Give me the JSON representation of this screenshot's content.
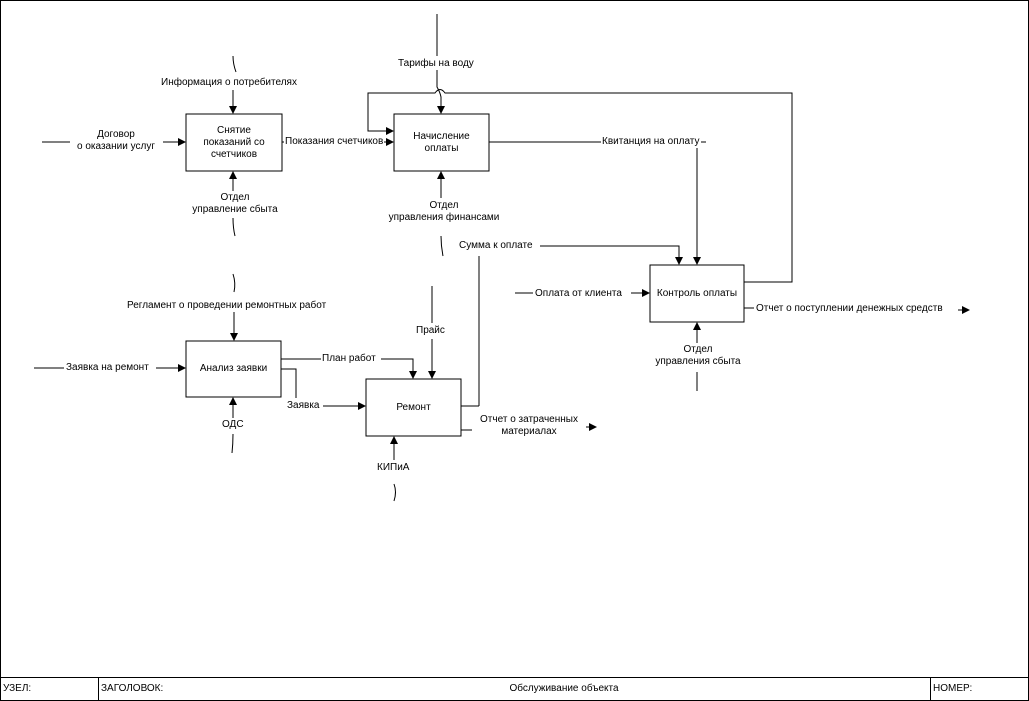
{
  "boxes": {
    "meter_readings": "Снятие\nпоказаний со\nсчетчиков",
    "billing": "Начисление\nоплаты",
    "payment_control": "Контроль оплаты",
    "request_analysis": "Анализ заявки",
    "repair": "Ремонт"
  },
  "arrows": {
    "consumer_info": "Информация о потребителях",
    "service_contract": "Договор\nо оказании услуг",
    "meter_values": "Показания счетчиков",
    "sales_dept_1": "Отдел\nуправление сбыта",
    "water_tariffs": "Тарифы на воду",
    "finance_dept": "Отдел\nуправления финансами",
    "payment_receipt": "Квитанция на оплату",
    "amount_due": "Сумма к оплате",
    "client_payment": "Оплата от клиента",
    "funds_report": "Отчет о поступлении денежных средств",
    "sales_dept_2": "Отдел\nуправления сбыта",
    "repair_regulation": "Регламент о проведении ремонтных работ",
    "repair_request": "Заявка на ремонт",
    "work_plan": "План работ",
    "request": "Заявка",
    "ods": "ОДС",
    "price_list": "Прайс",
    "kipia": "КИПиА",
    "materials_report": "Отчет о затраченных\nматериалах"
  },
  "footer": {
    "node_label": "УЗЕЛ:",
    "title_label": "ЗАГОЛОВОК:",
    "title_value": "Обслуживание объекта",
    "number_label": "НОМЕР:"
  }
}
